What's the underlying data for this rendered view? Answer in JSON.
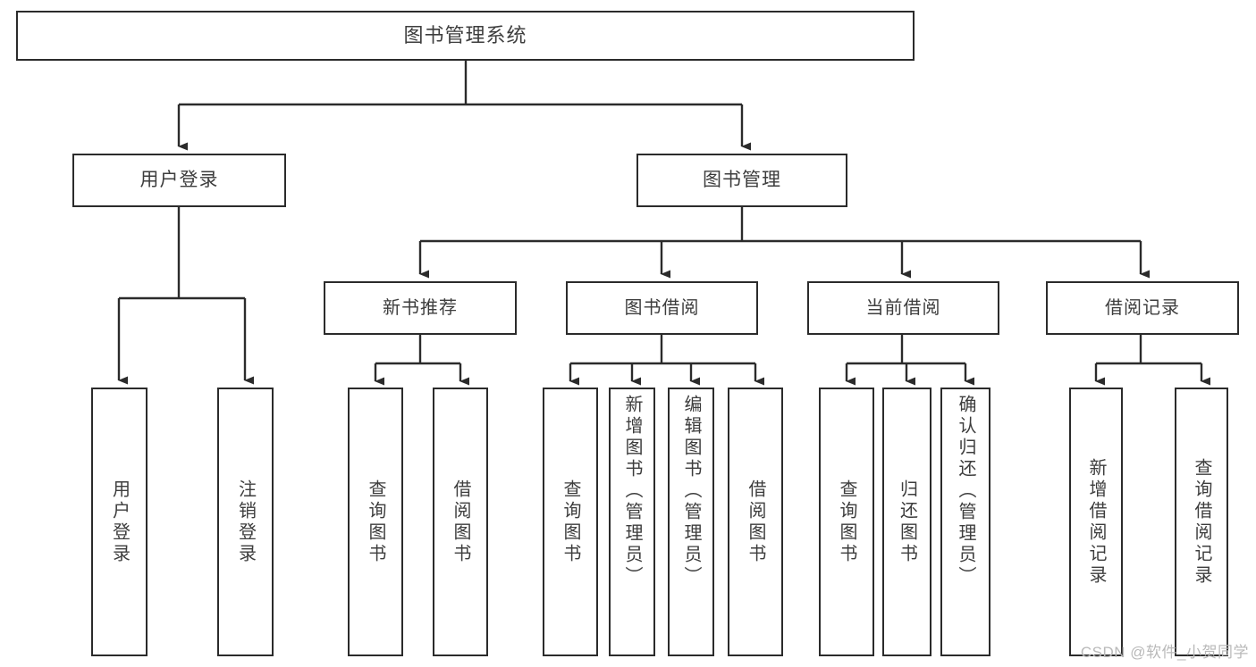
{
  "diagram": {
    "title": "图书管理系统",
    "type": "tree-hierarchy-diagram",
    "watermark": "CSDN @软件_小贺同学",
    "colors": {
      "box_border": "#2b2b2b",
      "box_fill": "#ffffff",
      "text": "#3d3d3d",
      "edge": "#2b2b2b",
      "watermark": "#b9b9b9",
      "background": "#ffffff"
    },
    "nodes": {
      "root": {
        "label": "图书管理系统"
      },
      "level1": [
        {
          "id": "user-login",
          "label": "用户登录"
        },
        {
          "id": "book-management",
          "label": "图书管理"
        }
      ],
      "level2": [
        {
          "id": "new-book-recommend",
          "label": "新书推荐"
        },
        {
          "id": "book-borrow",
          "label": "图书借阅"
        },
        {
          "id": "current-borrow",
          "label": "当前借阅"
        },
        {
          "id": "borrow-record",
          "label": "借阅记录"
        }
      ],
      "leaves": {
        "user_login": [
          {
            "id": "leaf-user-login",
            "label": "用户登录"
          },
          {
            "id": "leaf-logout-login",
            "label": "注销登录"
          }
        ],
        "new_book_recommend": [
          {
            "id": "leaf-query-book-1",
            "label": "查询图书"
          },
          {
            "id": "leaf-borrow-book-1",
            "label": "借阅图书"
          }
        ],
        "book_borrow": [
          {
            "id": "leaf-query-book-2",
            "label": "查询图书"
          },
          {
            "id": "leaf-add-book-admin",
            "label": "新增图书（管理员）"
          },
          {
            "id": "leaf-edit-book-admin",
            "label": "编辑图书（管理员）"
          },
          {
            "id": "leaf-borrow-book-2",
            "label": "借阅图书"
          }
        ],
        "current_borrow": [
          {
            "id": "leaf-query-book-3",
            "label": "查询图书"
          },
          {
            "id": "leaf-return-book",
            "label": "归还图书"
          },
          {
            "id": "leaf-confirm-return-admin",
            "label": "确认归还（管理员）"
          }
        ],
        "borrow_record": [
          {
            "id": "leaf-add-borrow-record",
            "label": "新增借阅记录"
          },
          {
            "id": "leaf-query-borrow-record",
            "label": "查询借阅记录"
          }
        ]
      }
    }
  }
}
